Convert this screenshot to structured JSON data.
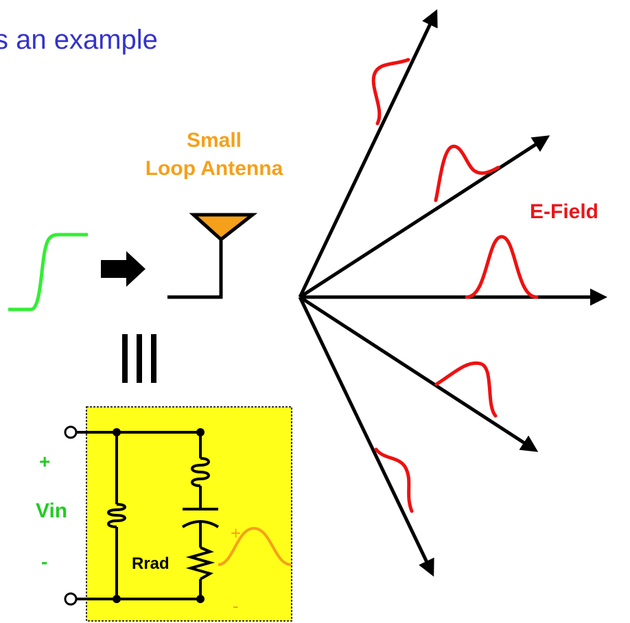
{
  "heading": "s an example",
  "antenna": {
    "line1": "Small",
    "line2": "Loop Antenna"
  },
  "field_label": "E-Field",
  "input": {
    "plus": "+",
    "name": "Vin",
    "minus": "-"
  },
  "resistor_label": "Rrad",
  "output": {
    "plus": "+",
    "minus": "-"
  },
  "colors": {
    "heading": "#3333cc",
    "antenna": "#f5a01a",
    "field": "#e8161a",
    "input": "#22cc22",
    "circuit_box": "#ffff1a"
  }
}
